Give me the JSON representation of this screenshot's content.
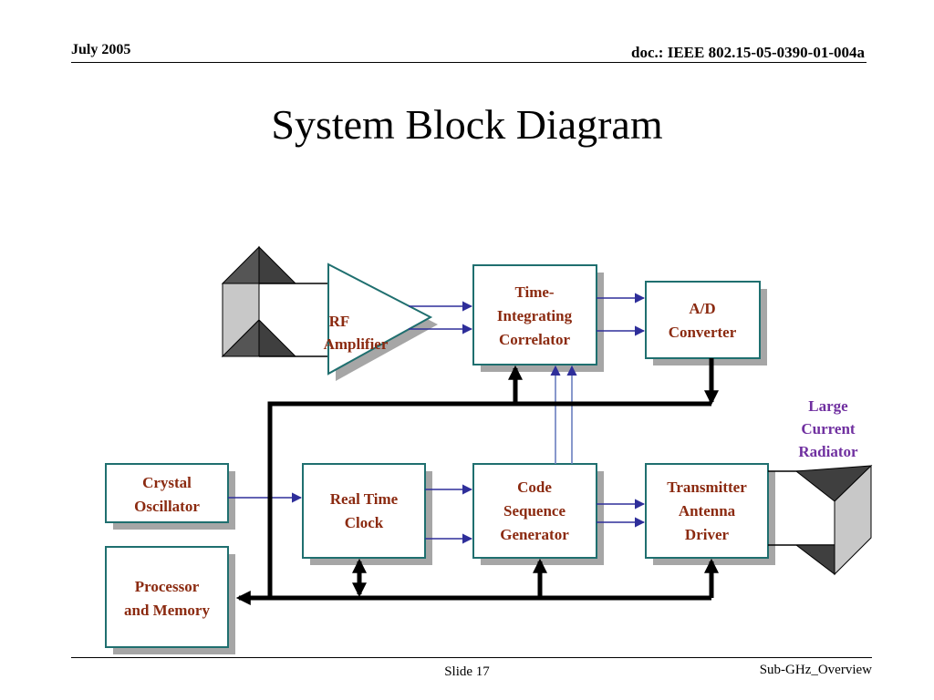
{
  "header": {
    "date": "July 2005",
    "doc": "doc.: IEEE 802.15-05-0390-01-004a"
  },
  "title": "System Block Diagram",
  "blocks": {
    "rf_amplifier": [
      "RF",
      "Amplifier"
    ],
    "correlator": [
      "Time-",
      "Integrating",
      "Correlator"
    ],
    "ad_converter": [
      "A/D",
      "Converter"
    ],
    "crystal": [
      "Crystal",
      "Oscillator"
    ],
    "rtc": [
      "Real Time",
      "Clock"
    ],
    "code_seq": [
      "Code",
      "Sequence",
      "Generator"
    ],
    "tx_driver": [
      "Transmitter",
      "Antenna",
      "Driver"
    ],
    "processor": [
      "Processor",
      "and Memory"
    ],
    "radiator": [
      "Large",
      "Current",
      "Radiator"
    ]
  },
  "footer": {
    "slide": "Slide 17",
    "name": "Sub-GHz_Overview"
  },
  "colors": {
    "label": "#8b2a10",
    "radiator_label": "#7030a0",
    "signal": "#2e2e9a",
    "border": "#1f6f6f"
  }
}
